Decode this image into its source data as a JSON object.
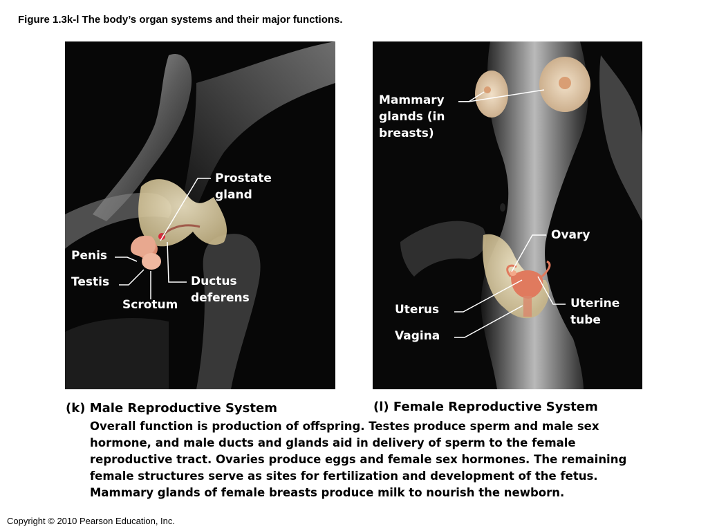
{
  "figure_title": "Figure 1.3k-l  The body’s organ systems and their major functions.",
  "male_panel": {
    "labels": {
      "prostate_gland": [
        "Prostate",
        "gland"
      ],
      "penis": "Penis",
      "testis": "Testis",
      "scrotum": "Scrotum",
      "ductus_deferens": [
        "Ductus",
        "deferens"
      ]
    },
    "caption_letter": "(k)",
    "caption": "Male Reproductive System"
  },
  "female_panel": {
    "labels": {
      "mammary_glands": [
        "Mammary",
        "glands (in",
        "breasts)"
      ],
      "ovary": "Ovary",
      "uterus": "Uterus",
      "vagina": "Vagina",
      "uterine_tube": [
        "Uterine",
        "tube"
      ]
    },
    "caption_letter": "(l)",
    "caption": "Female Reproductive System"
  },
  "description": [
    "Overall function is production of offspring. Testes produce sperm and male sex",
    "hormone, and male ducts and glands aid in delivery of sperm to the female",
    "reproductive tract. Ovaries produce eggs and female sex hormones. The remaining",
    "female structures serve as sites for fertilization and development of the fetus.",
    "Mammary glands of female breasts produce milk to nourish the newborn."
  ],
  "copyright": "Copyright © 2010 Pearson Education, Inc."
}
